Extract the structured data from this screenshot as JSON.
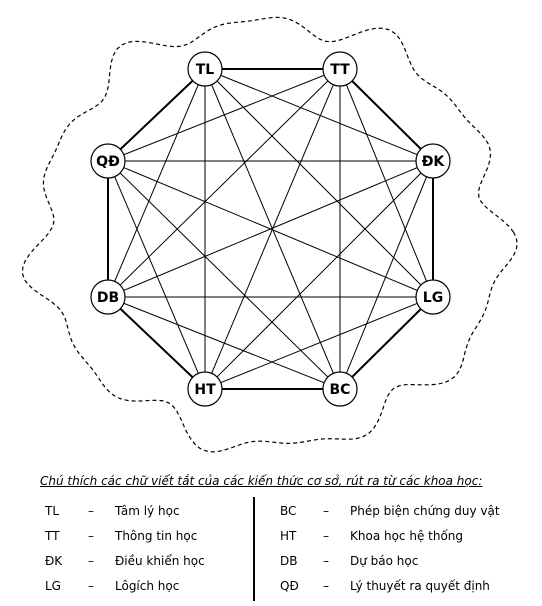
{
  "diagram": {
    "nodes": [
      {
        "id": "TL",
        "label": "TL"
      },
      {
        "id": "TT",
        "label": "TT"
      },
      {
        "id": "DK",
        "label": "ĐK"
      },
      {
        "id": "LG",
        "label": "LG"
      },
      {
        "id": "BC",
        "label": "BC"
      },
      {
        "id": "HT",
        "label": "HT"
      },
      {
        "id": "DB",
        "label": "DB"
      },
      {
        "id": "QD",
        "label": "QĐ"
      }
    ],
    "edges": "complete graph — every node connected to every other node; outer octagon edges drawn thicker",
    "boundary": "dashed wavy outline"
  },
  "legend": {
    "title": "Chú thích các chữ viết tắt của các kiến thức cơ sở, rút ra từ các khoa học:",
    "separator": "–",
    "left": [
      {
        "abbr": "TL",
        "meaning": "Tâm lý học"
      },
      {
        "abbr": "TT",
        "meaning": "Thông tin học"
      },
      {
        "abbr": "ĐK",
        "meaning": "Điều khiển học"
      },
      {
        "abbr": "LG",
        "meaning": "Lôgích học"
      }
    ],
    "right": [
      {
        "abbr": "BC",
        "meaning": "Phép biện chứng duy vật"
      },
      {
        "abbr": "HT",
        "meaning": "Khoa học hệ thống"
      },
      {
        "abbr": "DB",
        "meaning": "Dự báo học"
      },
      {
        "abbr": "QĐ",
        "meaning": "Lý thuyết ra quyết định"
      }
    ]
  }
}
